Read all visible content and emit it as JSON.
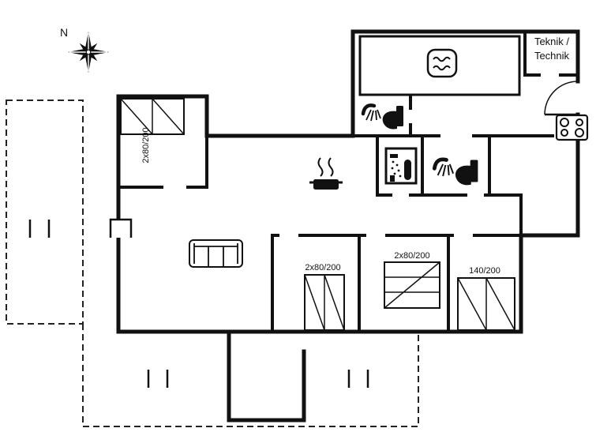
{
  "compass": {
    "label": "N"
  },
  "teknik": {
    "line1": "Teknik /",
    "line2": "Technik"
  },
  "beds": {
    "nw": {
      "label": "2x80/200"
    },
    "s1": {
      "label": "2x80/200"
    },
    "s2": {
      "label": "2x80/200"
    },
    "s3": {
      "label": "140/200"
    }
  },
  "icons": {
    "compass": "compass-rose",
    "whirlpool": "whirlpool-bath",
    "shower_north": "shower",
    "toilet_north": "toilet",
    "shower_cabin": "shower-cabin",
    "shower_mid": "shower",
    "toilet_mid": "toilet",
    "cooking_pot": "cooking-pot-with-steam",
    "cooktop": "cooktop-4-burners",
    "sofa": "sofa",
    "fireplace": "fireplace",
    "entrance_door": "door-swing-arc"
  },
  "colors": {
    "wall": "#111111",
    "fixture": "#1a1a1a",
    "dashed": "#222222",
    "background": "#ffffff"
  }
}
